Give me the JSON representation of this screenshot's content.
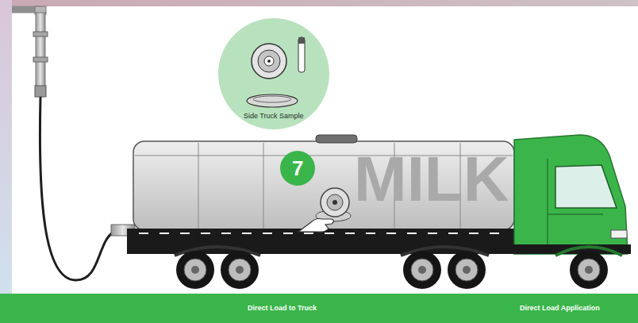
{
  "diagram": {
    "nodes": [
      {
        "text": [
          "Side Truck Sample"
        ]
      },
      {
        "text": [
          "7"
        ]
      },
      {
        "text": [
          "Direct Load to Truck",
          "Direct Load Application"
        ]
      }
    ],
    "labels": [
      "MILK"
    ]
  }
}
